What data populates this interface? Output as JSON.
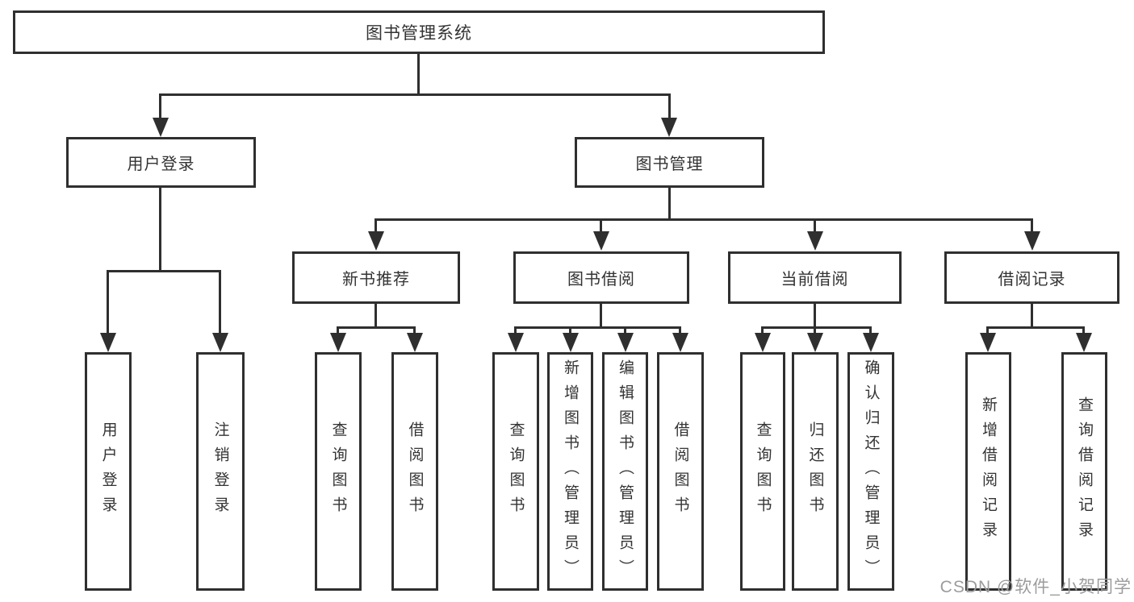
{
  "tree": {
    "root": "图书管理系统",
    "branches": [
      {
        "label": "用户登录",
        "leaves": [
          "用户登录",
          "注销登录"
        ]
      },
      {
        "label": "图书管理",
        "groups": [
          {
            "label": "新书推荐",
            "leaves": [
              "查询图书",
              "借阅图书"
            ]
          },
          {
            "label": "图书借阅",
            "leaves": [
              "查询图书",
              "新增图书（管理员）",
              "编辑图书（管理员）",
              "借阅图书"
            ]
          },
          {
            "label": "当前借阅",
            "leaves": [
              "查询图书",
              "归还图书",
              "确认归还（管理员）"
            ]
          },
          {
            "label": "借阅记录",
            "leaves": [
              "新增借阅记录",
              "查询借阅记录"
            ]
          }
        ]
      }
    ]
  },
  "watermark": {
    "text": "CSDN @软件_小贺同学"
  },
  "colors": {
    "line": "#2f2f2f",
    "box_border": "#2f2f2f",
    "text": "#333333",
    "watermark": "#9c9c9c",
    "background": "#ffffff"
  }
}
